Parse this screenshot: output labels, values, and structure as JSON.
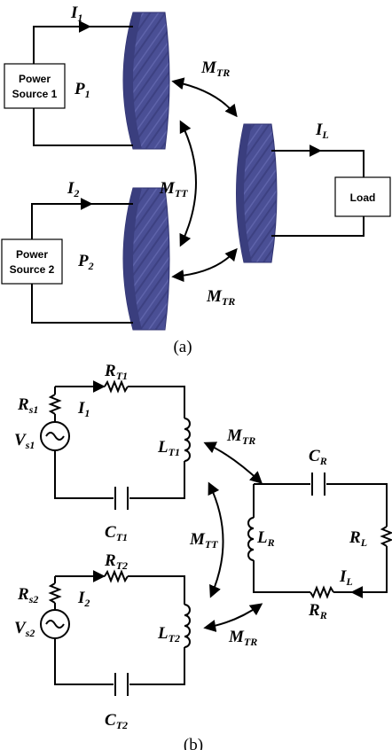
{
  "figure_a": {
    "caption": "(a)",
    "current_1": "I1",
    "current_2": "I2",
    "current_load": "IL",
    "power_1": "P1",
    "power_2": "P2",
    "source_1_line1": "Power",
    "source_1_line2": "Source 1",
    "source_2_line1": "Power",
    "source_2_line2": "Source 2",
    "load": "Load",
    "m_tr_top": "MTR",
    "m_tt": "MTT",
    "m_tr_bottom": "MTR"
  },
  "figure_b": {
    "caption": "(b)",
    "rt1": "RT1",
    "rs1": "Rs1",
    "i1": "I1",
    "vs1": "Vs1",
    "lt1": "LT1",
    "ct1": "CT1",
    "rt2": "RT2",
    "rs2": "Rs2",
    "i2": "I2",
    "vs2": "Vs2",
    "lt2": "LT2",
    "ct2": "CT2",
    "m_tr_top": "MTR",
    "m_tt": "MTT",
    "m_tr_bottom": "MTR",
    "cr": "CR",
    "lr": "LR",
    "rl": "RL",
    "il": "IL",
    "rr": "RR"
  },
  "colors": {
    "coil_fill": "#4a4f95",
    "coil_dark": "#3a3e7e",
    "coil_light": "#6a6fb2",
    "line": "#000000"
  }
}
